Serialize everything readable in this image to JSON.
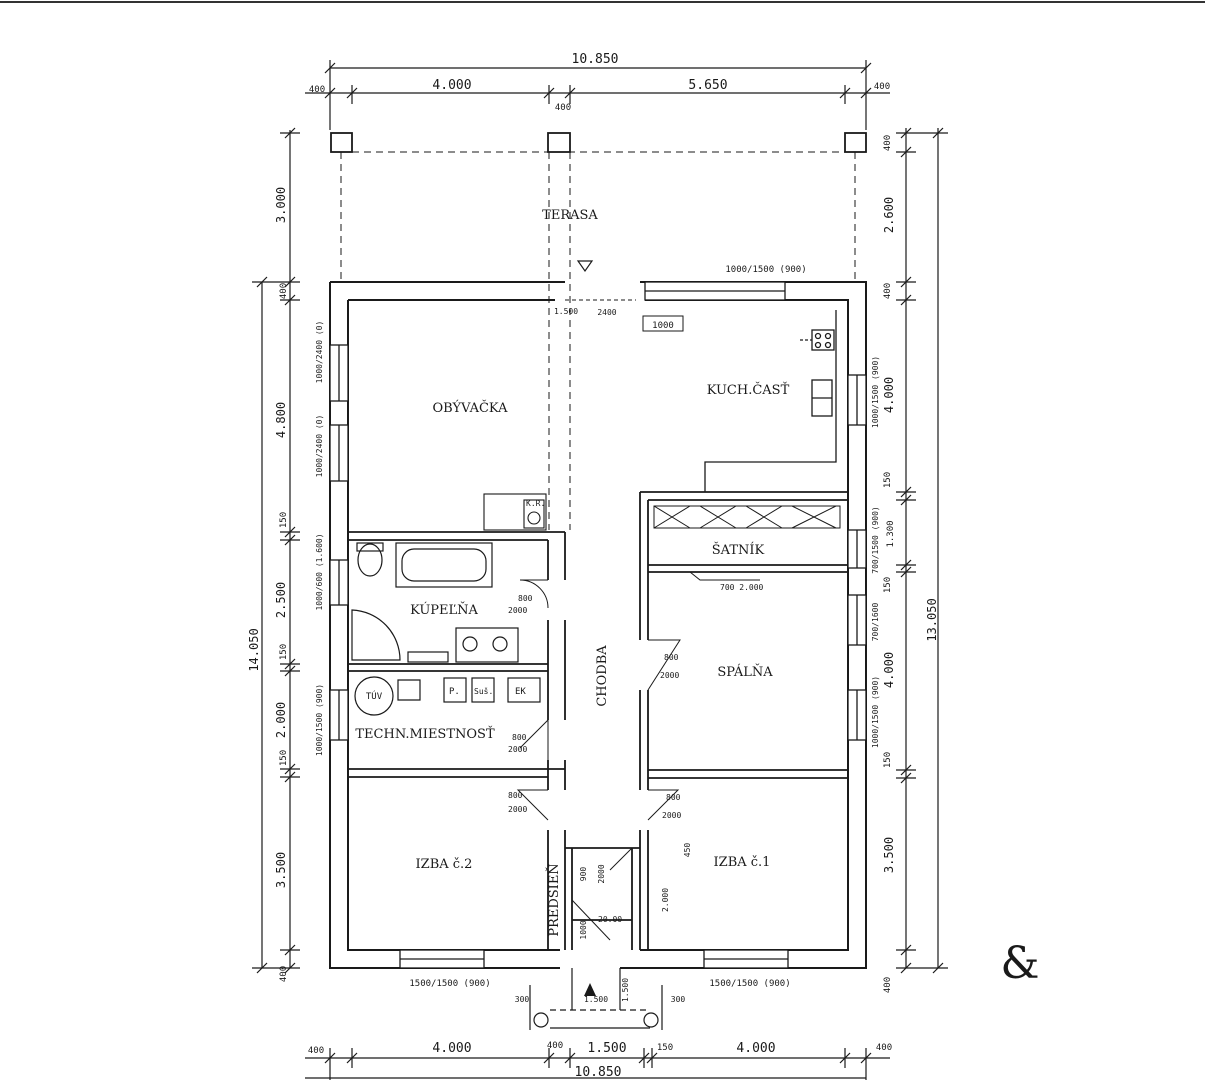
{
  "plan": {
    "rooms": {
      "terasa": "TERASA",
      "obyvacka": "OBÝVAČKA",
      "kuchcast": "KUCH.ČASŤ",
      "satnik": "ŠATNÍK",
      "kupelna": "KÚPEĽŇA",
      "spalna": "SPÁLŇA",
      "chodba": "CHODBA",
      "techn": "TECHN.MIESTNOSŤ",
      "izba2": "IZBA č.2",
      "izba1": "IZBA č.1",
      "predsien": "PREDSIEŇ"
    },
    "fixtures": {
      "tuv": "TÚV",
      "p": "P.",
      "sus": "Suš.",
      "ek": "EK",
      "kr": "K.R."
    },
    "dims_top": {
      "total": "10.850",
      "left_wall": "400",
      "left_bay": "4.000",
      "mid_wall": "400",
      "right_bay": "5.650",
      "right_wall": "400"
    },
    "dims_bottom": {
      "left_wall": "400",
      "left_bay": "4.000",
      "wall_a": "400",
      "mid_bay": "1.500",
      "wall_b": "150",
      "right_bay": "4.000",
      "right_wall": "400",
      "total": "10.850"
    },
    "dims_left_outer": {
      "total": "14.050",
      "terrace": "3.000"
    },
    "dims_left_inner": {
      "wall_top": "400",
      "living": "4.800",
      "wall_a": "150",
      "bath": "2.500",
      "wall_b": "150",
      "tech": "2.000",
      "wall_c": "150",
      "room2": "3.500",
      "wall_bottom": "400"
    },
    "dims_right_outer": {
      "total": "13.050"
    },
    "dims_right_inner": {
      "wall_top": "400",
      "terrace": "2.600",
      "wall_a": "400",
      "kitchen": "4.000",
      "wall_b": "150",
      "closet": "1.300",
      "wall_c": "150",
      "bedroom": "4.000",
      "wall_d": "150",
      "room1": "3.500",
      "wall_bottom": "400"
    },
    "window_labels": {
      "terrace_window": "1000/1500 (900)",
      "bottom_left": "1500/1500 (900)",
      "bottom_right": "1500/1500 (900)",
      "living_1": "1000/2400 (0)",
      "living_2": "1000/2400 (0)",
      "bath": "1000/600 (1.600)",
      "tech": "1000/1500 (900)",
      "kitchen": "1000/1500 (900)",
      "closet": "700/1500 (900)",
      "bedroom_1": "700/1600",
      "bedroom_2": "1000/1500 (900)"
    },
    "door_labels": {
      "terrace_door_a": "1.500",
      "terrace_door_b": "2400",
      "kitchen_tag": "1000",
      "bath_door_a": "800",
      "bath_door_b": "2000",
      "tech_door_a": "800",
      "tech_door_b": "2000",
      "room2_door_a": "800",
      "room2_door_b": "2000",
      "room1_door_a": "800",
      "room1_door_b": "2000",
      "bedroom_door_a": "800",
      "bedroom_door_b": "2000",
      "closet_door": "700 2.000",
      "entry_a": "900",
      "entry_b": "2000",
      "entry_c": "1000",
      "entry_d": "20.00",
      "room1_small": "450",
      "room1_inner": "2.000",
      "porch_left": "300",
      "porch_mid": "1.500",
      "porch_right": "300",
      "porch_side": "1.500"
    },
    "colors": {
      "ink": "#1a1a1a",
      "logo": "#e8bf88"
    },
    "logo": "&"
  }
}
